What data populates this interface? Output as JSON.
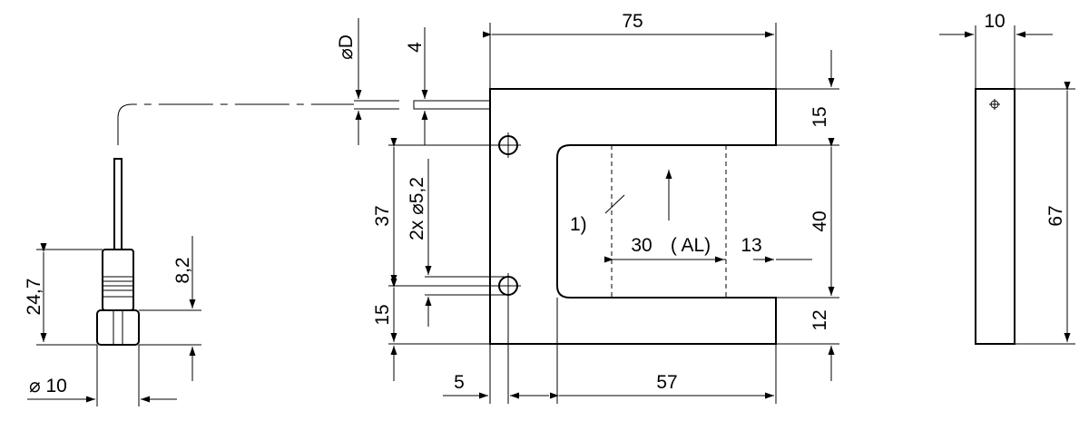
{
  "dimensions": {
    "d_symbol": "⌀D",
    "cable_offset": "4",
    "width_total": "75",
    "top_arm": "15",
    "slot_depth": "40",
    "bottom_arm": "12",
    "hole_spacing": "37",
    "holes": "2x ⌀5,2",
    "bottom_offset": "15",
    "hole_edge": "5",
    "slot_width": "57",
    "sensor_width": "30",
    "al_label": "( AL)",
    "slot_edge": "13",
    "note": "1)",
    "thickness": "10",
    "height": "67",
    "connector_length": "24,7",
    "nut_height": "8,2",
    "connector_diameter": "⌀ 10"
  }
}
